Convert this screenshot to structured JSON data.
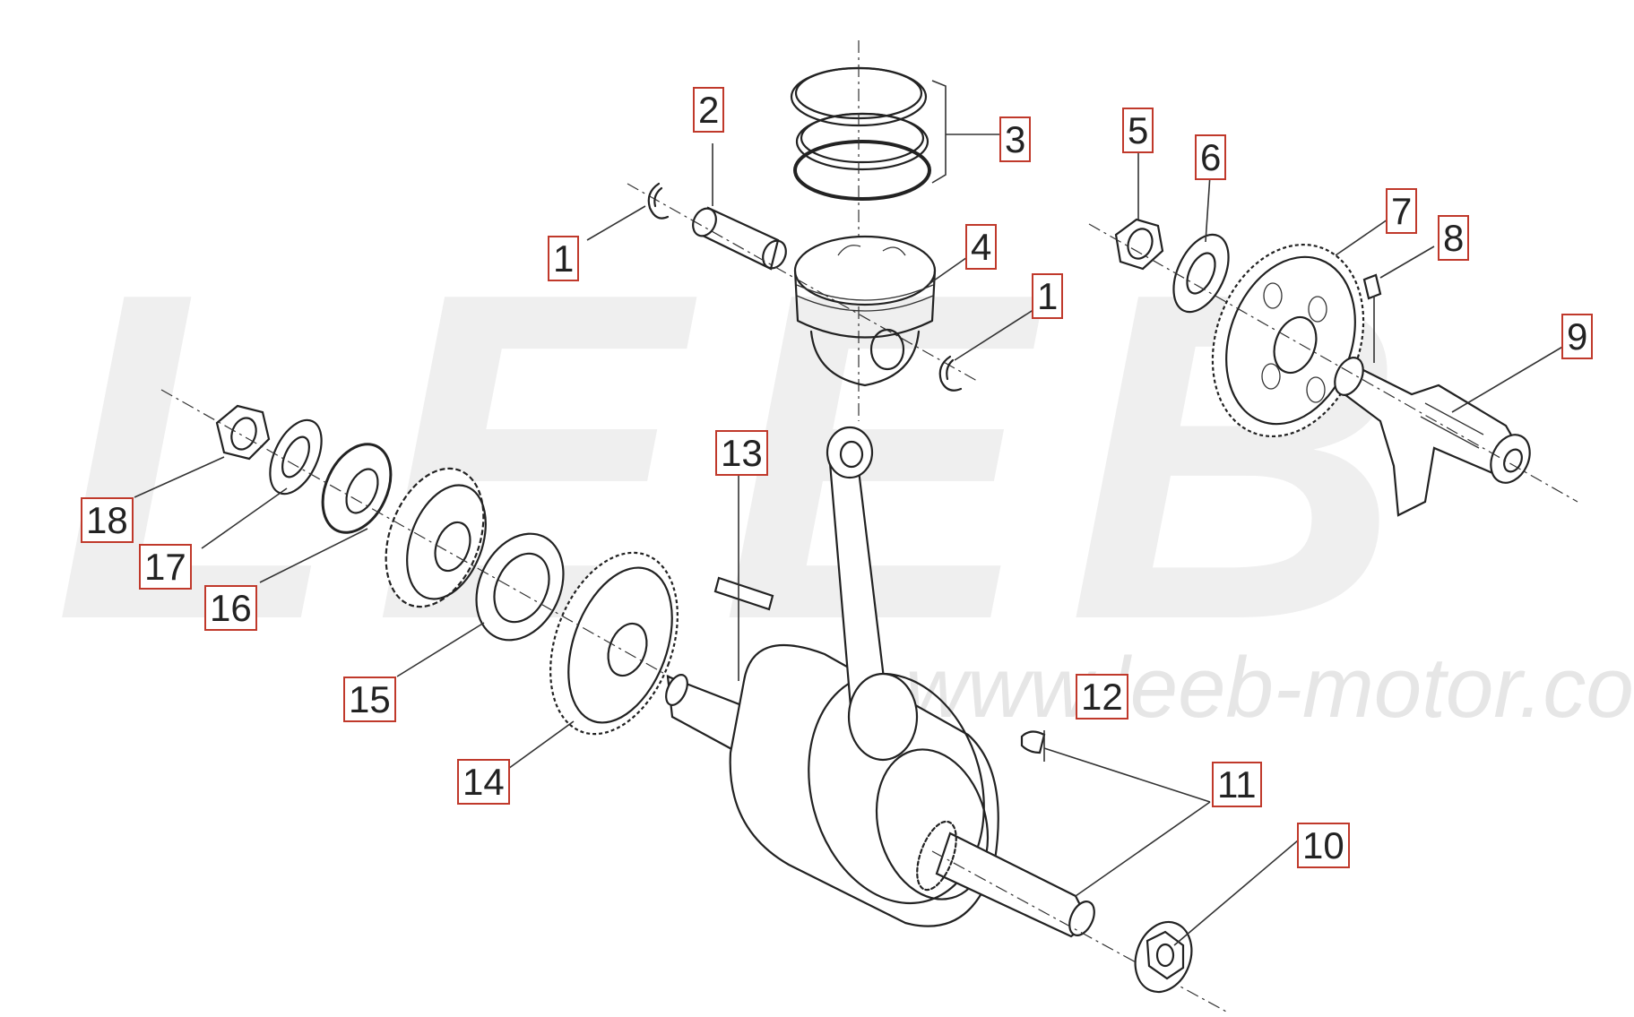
{
  "watermark": {
    "brand": "LEEB",
    "url": "www.leeb-motor.com"
  },
  "colors": {
    "callout_border": "#c0392b",
    "line": "#222222",
    "watermark": "#efefef"
  },
  "callouts": [
    {
      "id": "c1a",
      "label": "1"
    },
    {
      "id": "c1b",
      "label": "1"
    },
    {
      "id": "c2",
      "label": "2"
    },
    {
      "id": "c3",
      "label": "3"
    },
    {
      "id": "c4",
      "label": "4"
    },
    {
      "id": "c5",
      "label": "5"
    },
    {
      "id": "c6",
      "label": "6"
    },
    {
      "id": "c7",
      "label": "7"
    },
    {
      "id": "c8",
      "label": "8"
    },
    {
      "id": "c9",
      "label": "9"
    },
    {
      "id": "c10",
      "label": "10"
    },
    {
      "id": "c11",
      "label": "11"
    },
    {
      "id": "c12",
      "label": "12"
    },
    {
      "id": "c13",
      "label": "13"
    },
    {
      "id": "c14",
      "label": "14"
    },
    {
      "id": "c15",
      "label": "15"
    },
    {
      "id": "c16",
      "label": "16"
    },
    {
      "id": "c17",
      "label": "17"
    },
    {
      "id": "c18",
      "label": "18"
    }
  ]
}
